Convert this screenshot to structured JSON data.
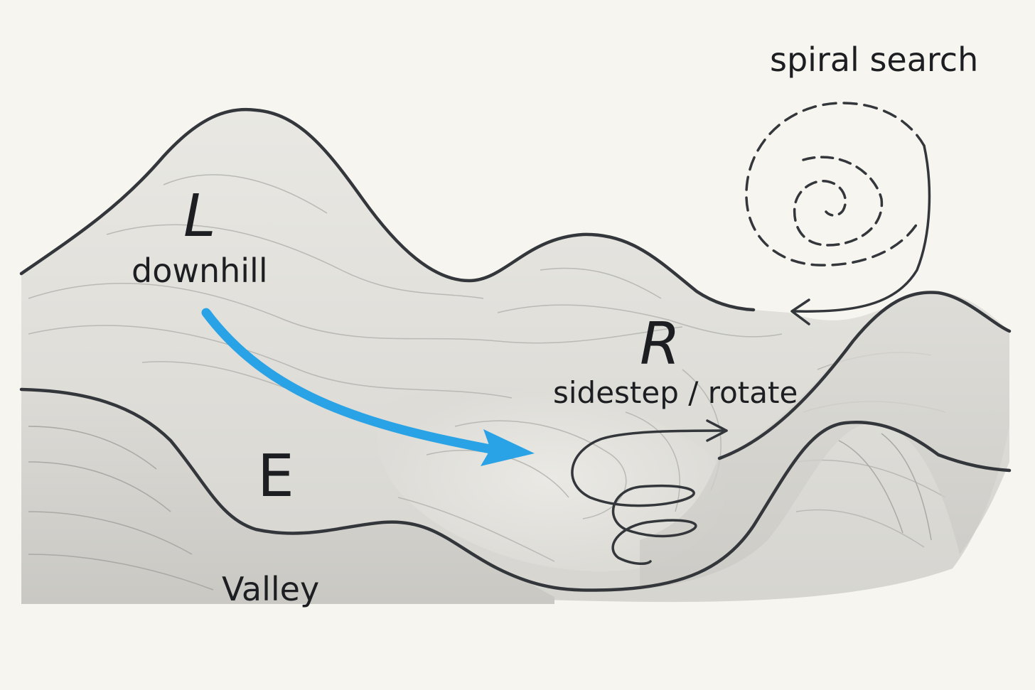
{
  "labels": {
    "L": "L",
    "downhill": "downhill",
    "R": "R",
    "sidestep": "sidestep / rotate",
    "E": "E",
    "valley": "Valley",
    "spiral": "spiral search"
  },
  "colors": {
    "background": "#f7f5f0",
    "outline": "#33363a",
    "arrow": "#2aa3e6",
    "contour": "#b9b9b5",
    "near_surface": "#e6e5e0",
    "far_surface": "#d8d7d2"
  }
}
